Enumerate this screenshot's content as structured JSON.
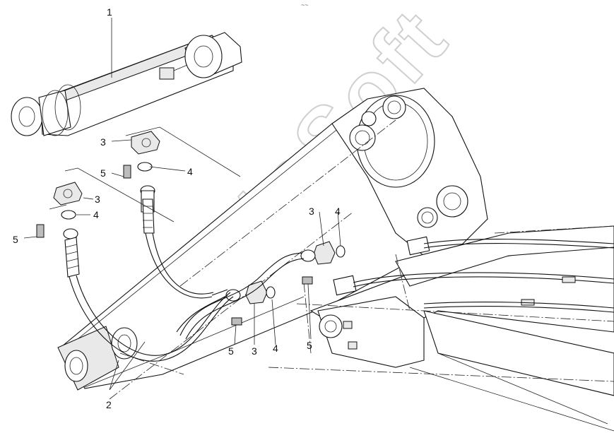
{
  "watermark": {
    "text": "AutoSoft"
  },
  "header_mark": "~~",
  "callouts": {
    "c1": "1",
    "c2": "2",
    "c3a": "3",
    "c3b": "3",
    "c3c": "3",
    "c3d": "3",
    "c4a": "4",
    "c4b": "4",
    "c4c": "4",
    "c4d": "4",
    "c5a": "5",
    "c5b": "5",
    "c5c": "5",
    "c5d": "5"
  }
}
